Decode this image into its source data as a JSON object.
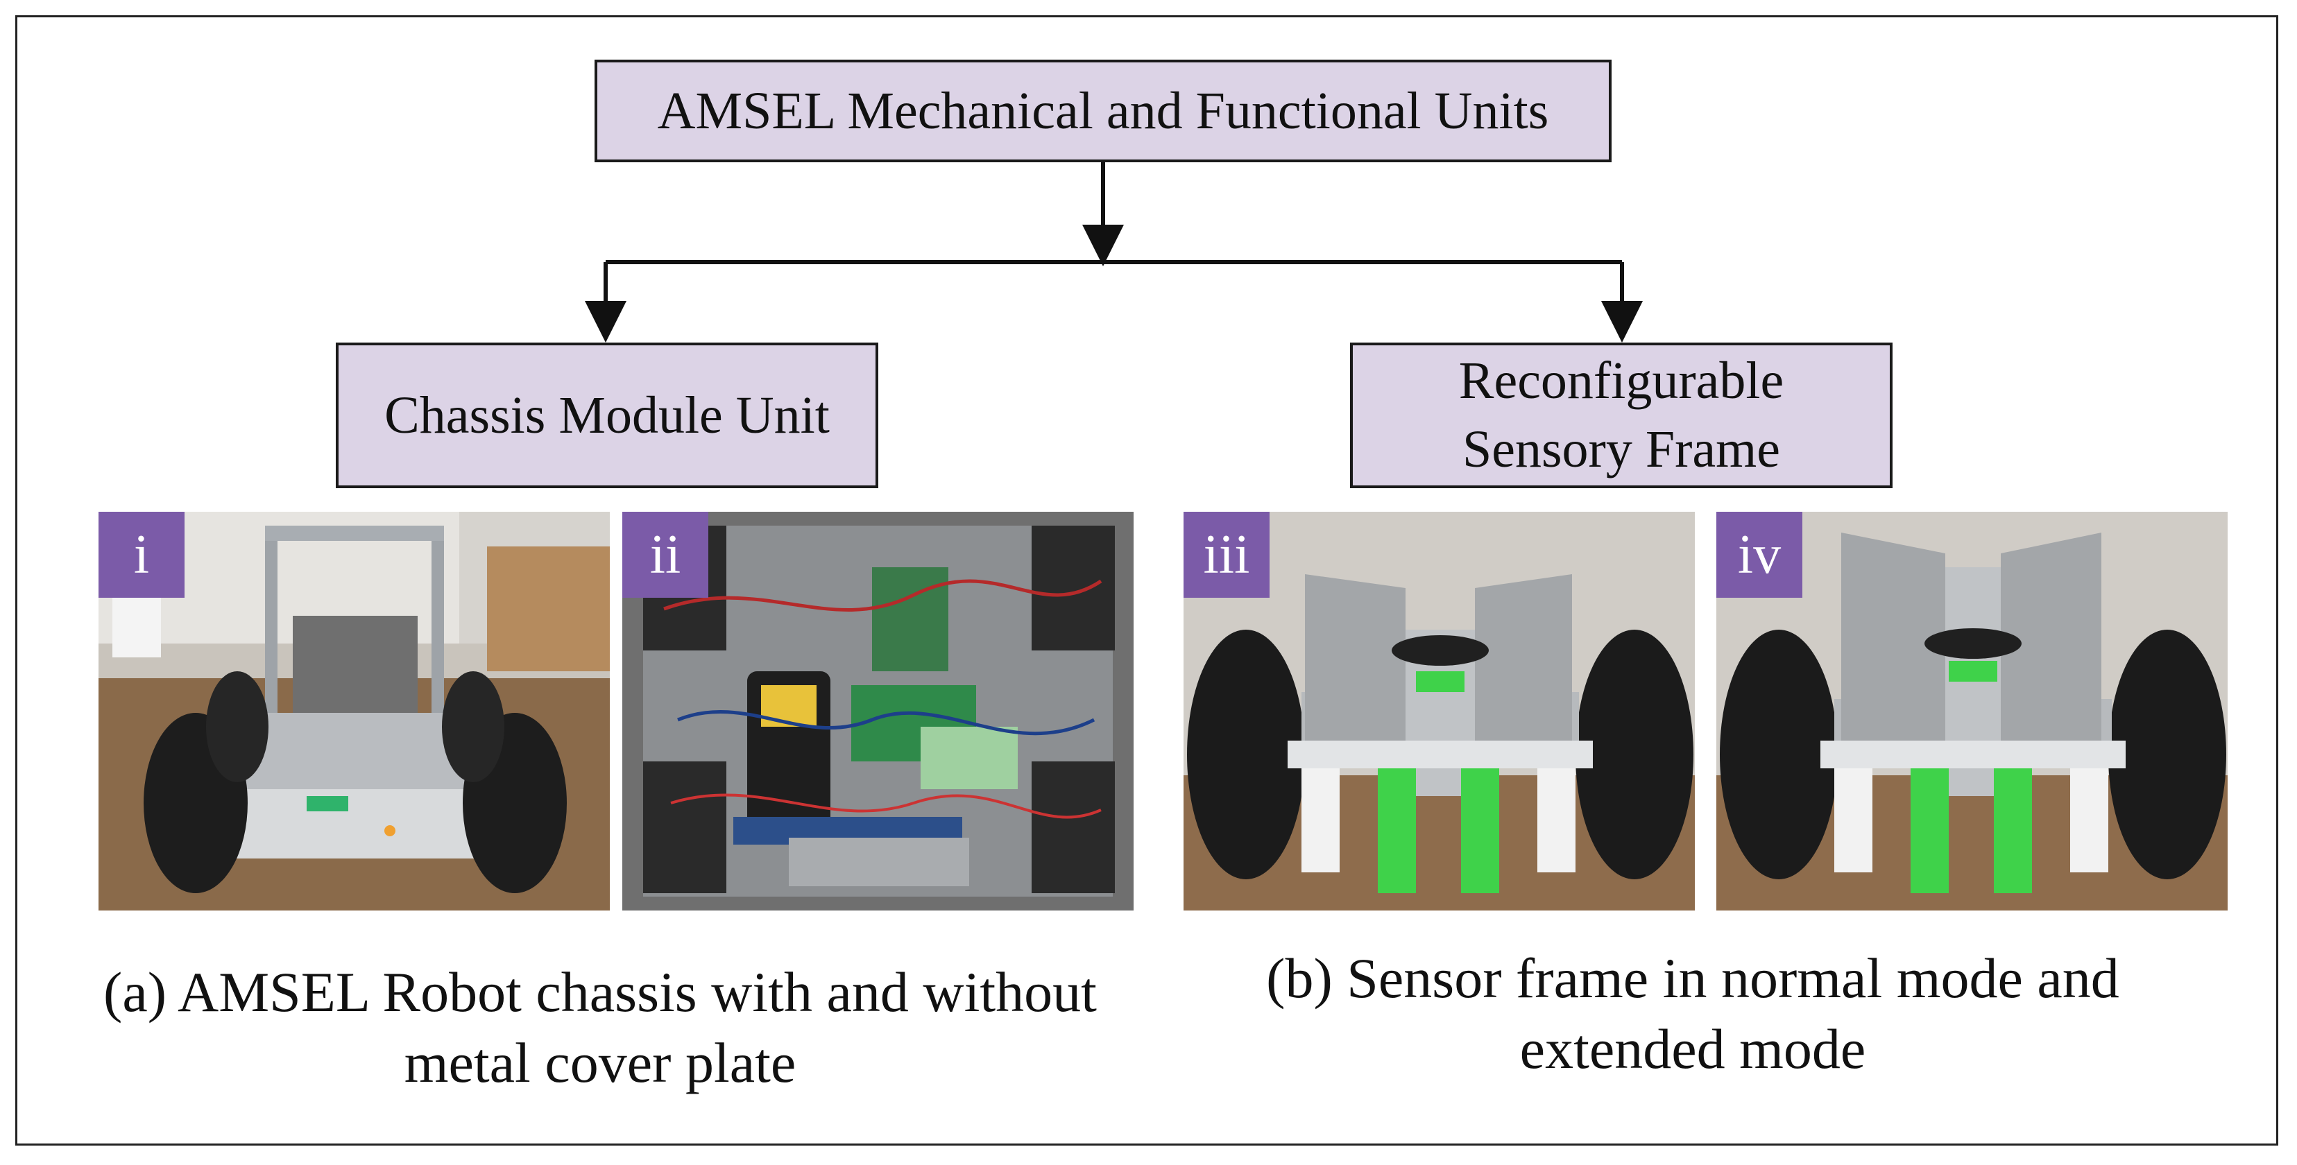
{
  "diagram": {
    "root": {
      "label": "AMSEL Mechanical and Functional Units"
    },
    "left_node": {
      "label": "Chassis Module Unit"
    },
    "right_node": {
      "line1": "Reconfigurable",
      "line2": "Sensory Frame"
    }
  },
  "photos": [
    {
      "badge": "i"
    },
    {
      "badge": "ii"
    },
    {
      "badge": "iii"
    },
    {
      "badge": "iv"
    }
  ],
  "captions": {
    "a_line1": "(a) AMSEL Robot chassis with and without",
    "a_line2": "metal cover plate",
    "b_line1": "(b) Sensor frame in normal mode and",
    "b_line2": "extended mode"
  },
  "colors": {
    "box_fill": "#dcd3e6",
    "badge_fill": "#7b5ba8",
    "sensor_green": "#3fd24a"
  }
}
